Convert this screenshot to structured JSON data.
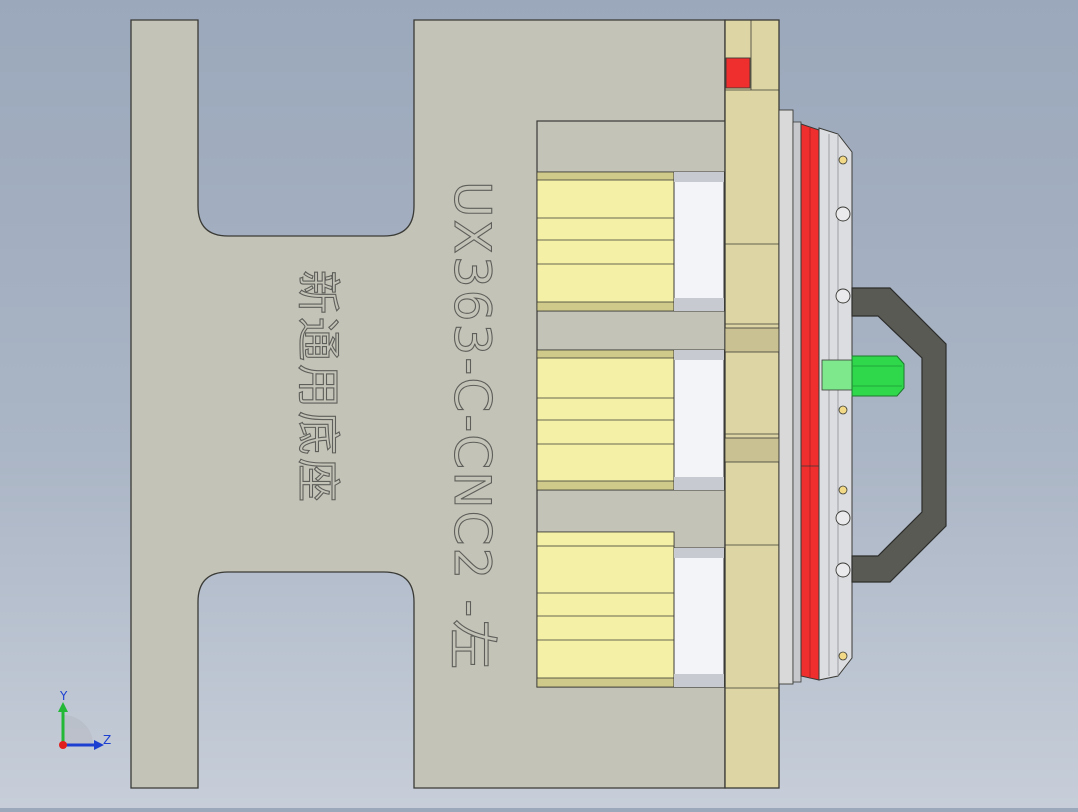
{
  "engraving": {
    "part_code": "UX363-C-CNC2 -左",
    "part_name": "新通用底座"
  },
  "triad": {
    "y_label": "Y",
    "z_label": "Z"
  },
  "colors": {
    "background_top": "#9ba8bb",
    "background_bottom": "#c7ced9",
    "base_plate": "#c4c3b8",
    "side_plate": "#ddd6a4",
    "block": "#f4f1a6",
    "red_part": "#ef2e2e",
    "handle": "#5a5a55",
    "pin": "#2ed84a"
  }
}
